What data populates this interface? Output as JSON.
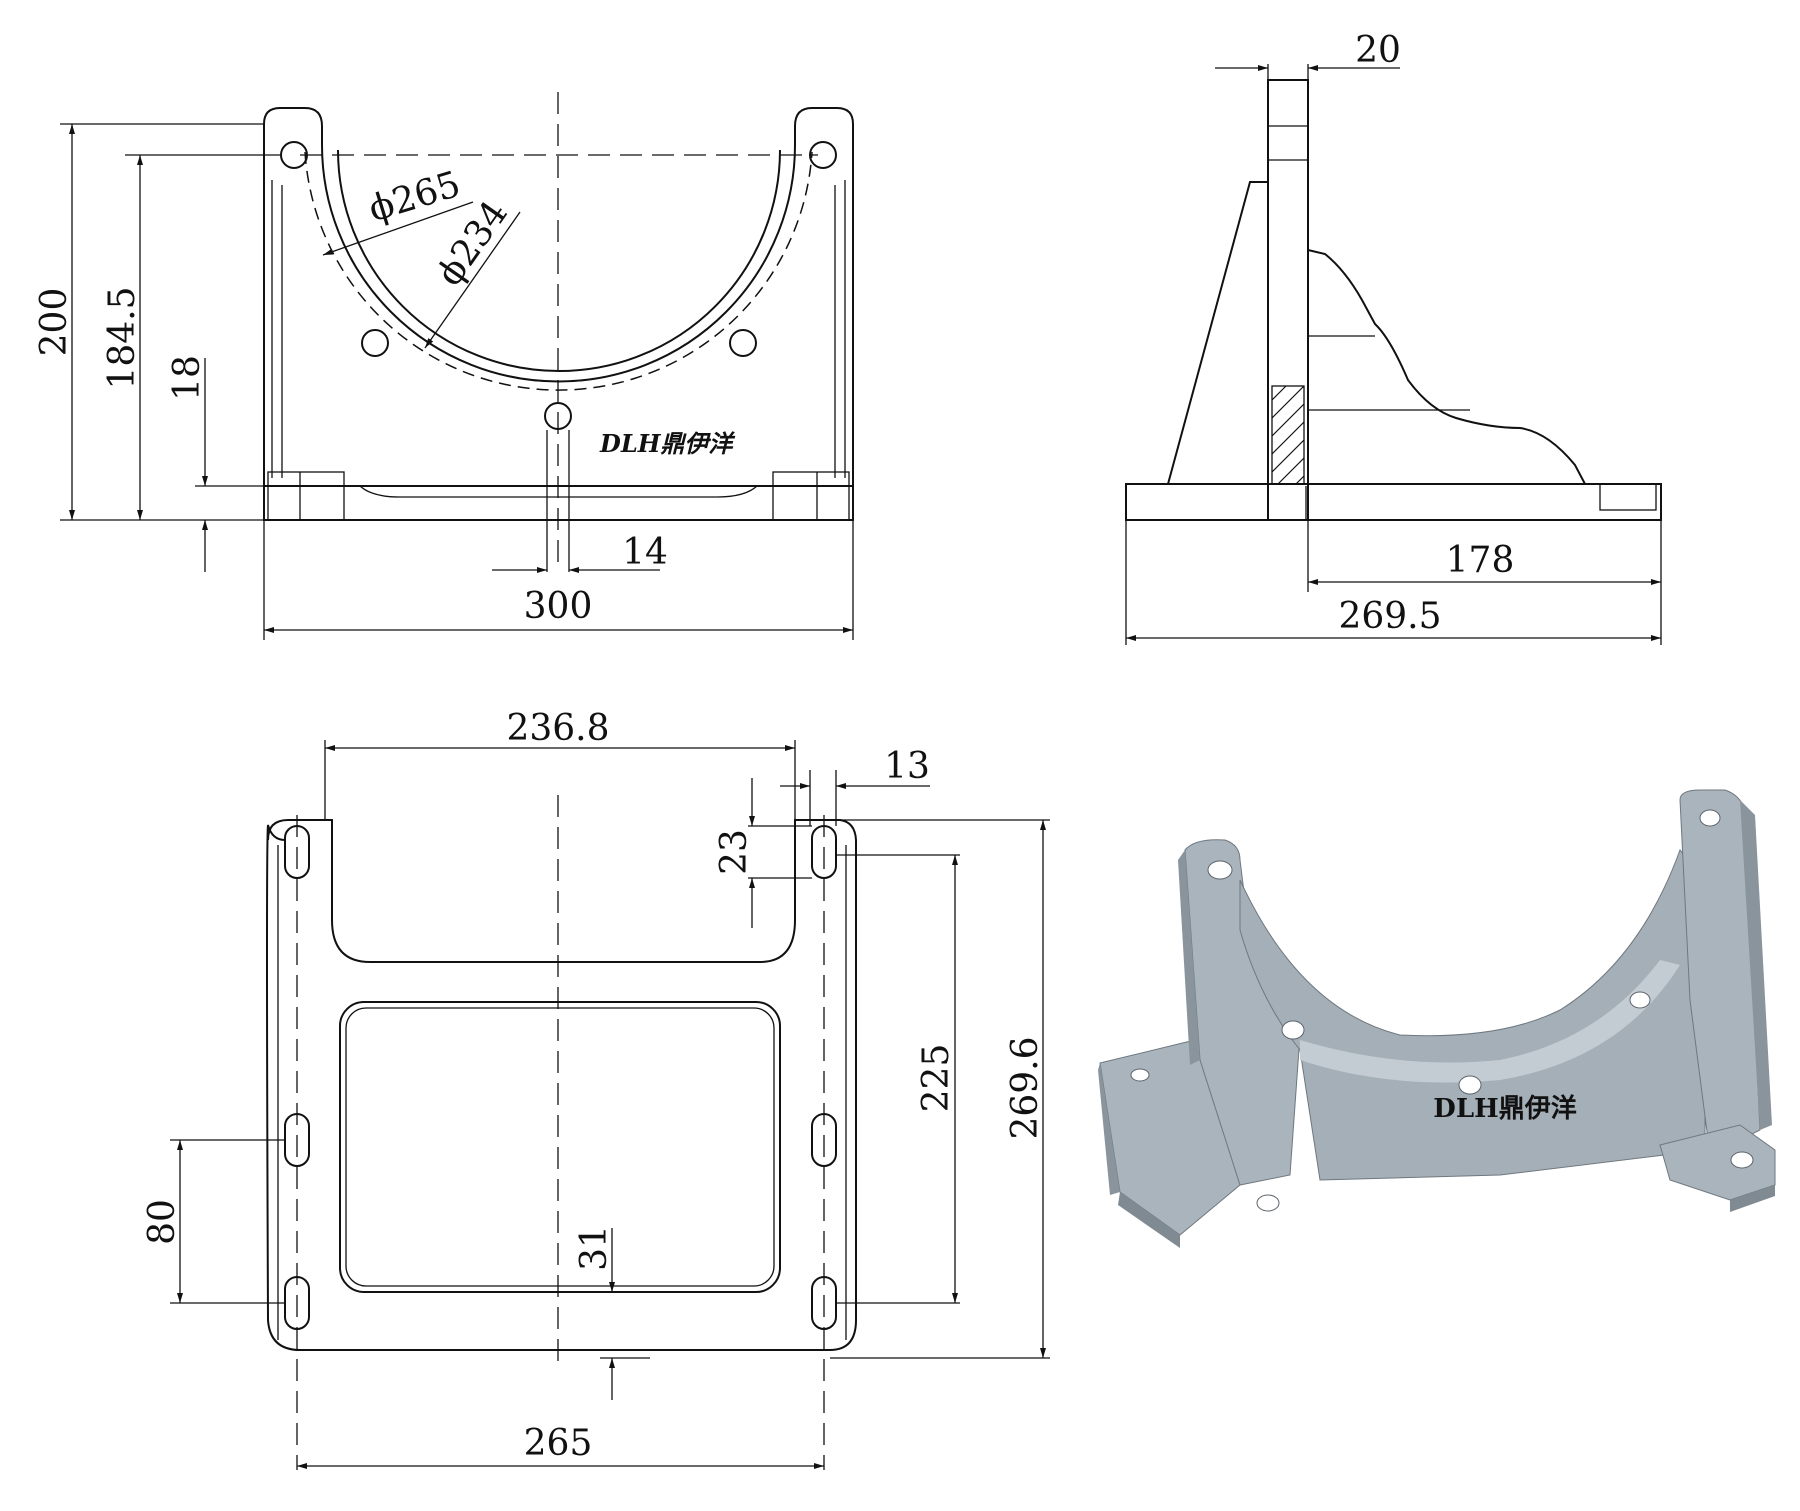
{
  "front_view": {
    "dims": {
      "overall_height": "200",
      "hole_center_height": "184.5",
      "foot_height": "18",
      "outer_diameter": "ϕ265",
      "inner_diameter": "ϕ234",
      "bottom_slot_width": "14",
      "overall_width": "300"
    },
    "logo_text": "DLH鼎伊洋"
  },
  "side_view": {
    "dims": {
      "plate_thickness": "20",
      "base_depth": "178",
      "overall_length": "269.5"
    }
  },
  "top_view": {
    "dims": {
      "cutout_width": "236.8",
      "slot_offset": "13",
      "slot_length": "23",
      "slot_spacing_long": "225",
      "overall_depth": "269.6",
      "slot_spacing_short": "80",
      "edge_to_window": "31",
      "slot_spacing_wide": "265"
    }
  },
  "iso_view": {
    "logo_text": "DLH鼎伊洋",
    "colors": {
      "body": "#a9b4bd",
      "shade": "#8a949c",
      "dark": "#6f787f"
    }
  }
}
